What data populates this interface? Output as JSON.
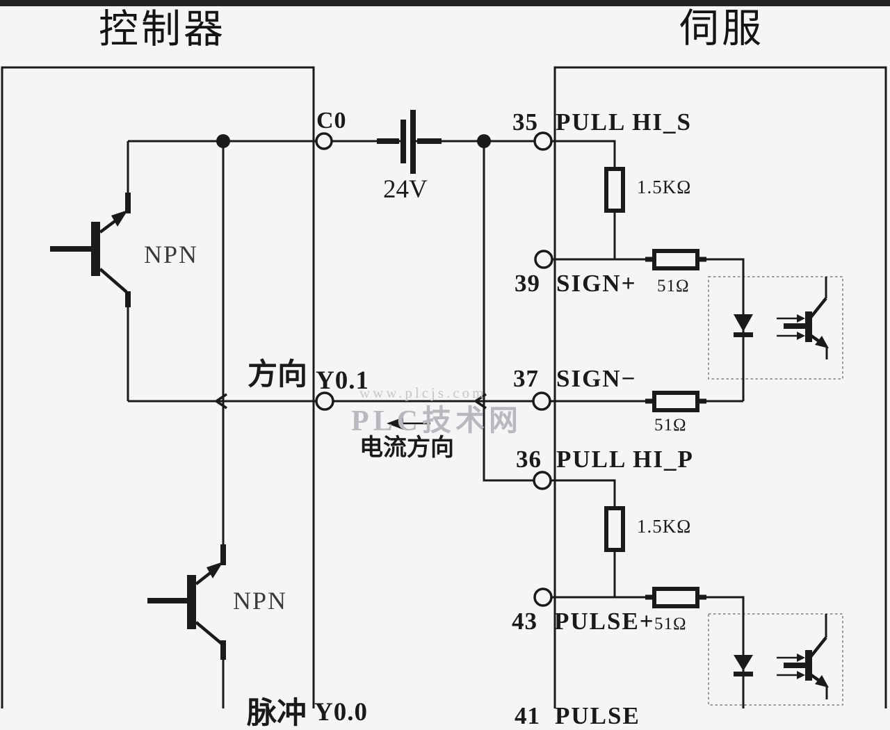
{
  "titles": {
    "controller": "控制器",
    "servo": "伺服"
  },
  "power": {
    "common_terminal": "C0",
    "voltage": "24V"
  },
  "controller": {
    "direction_label": "方向",
    "direction_port": "Y0.1",
    "pulse_label": "脉冲",
    "pulse_port": "Y0.0",
    "transistor1": "NPN",
    "transistor2": "NPN",
    "current_direction": "电流方向"
  },
  "servo": {
    "terminals": [
      {
        "pin": "35",
        "name": "PULL HI_S"
      },
      {
        "pin": "39",
        "name": "SIGN+"
      },
      {
        "pin": "37",
        "name": "SIGN−"
      },
      {
        "pin": "36",
        "name": "PULL HI_P"
      },
      {
        "pin": "43",
        "name": "PULSE+"
      },
      {
        "pin": "41",
        "name": "PULSE"
      }
    ],
    "resistors": {
      "r1": "1.5KΩ",
      "r2": "51Ω",
      "r3": "51Ω",
      "r4": "1.5KΩ",
      "r5": "51Ω"
    }
  },
  "watermark": {
    "url": "www.plcjs.com",
    "brand": "PLC技术网"
  },
  "colors": {
    "ink": "#1a1a1a",
    "background": "#f5f5f6",
    "watermark": "#c6c6cc",
    "top_strip": "#242424"
  }
}
